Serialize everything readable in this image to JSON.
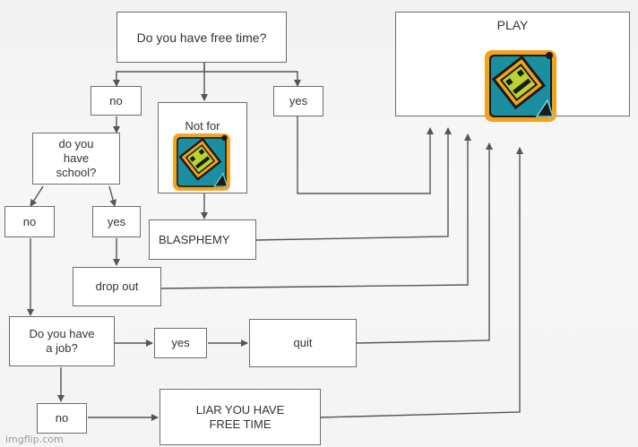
{
  "flowchart": {
    "nodes": {
      "q_free_time": "Do you have free time?",
      "no_1": "no",
      "not_for": "Not for",
      "yes_1": "yes",
      "play": "PLAY",
      "school": "do you\nhave\nschool?",
      "no_2": "no",
      "yes_2": "yes",
      "blasphemy": "BLASPHEMY",
      "drop_out": "drop out",
      "job": "Do you have\na job?",
      "yes_3": "yes",
      "quit": "quit",
      "no_3": "no",
      "liar": "LIAR YOU HAVE\nFREE TIME"
    }
  },
  "icons": [
    "geometry-dash-cube-icon",
    "geometry-dash-cube-icon"
  ],
  "colors": {
    "icon_orange": "#f5a21b",
    "icon_green": "#b9d432",
    "icon_teal": "#1b8fa0",
    "icon_frame": "#1a1a1a"
  },
  "watermark": "imgflip.com"
}
